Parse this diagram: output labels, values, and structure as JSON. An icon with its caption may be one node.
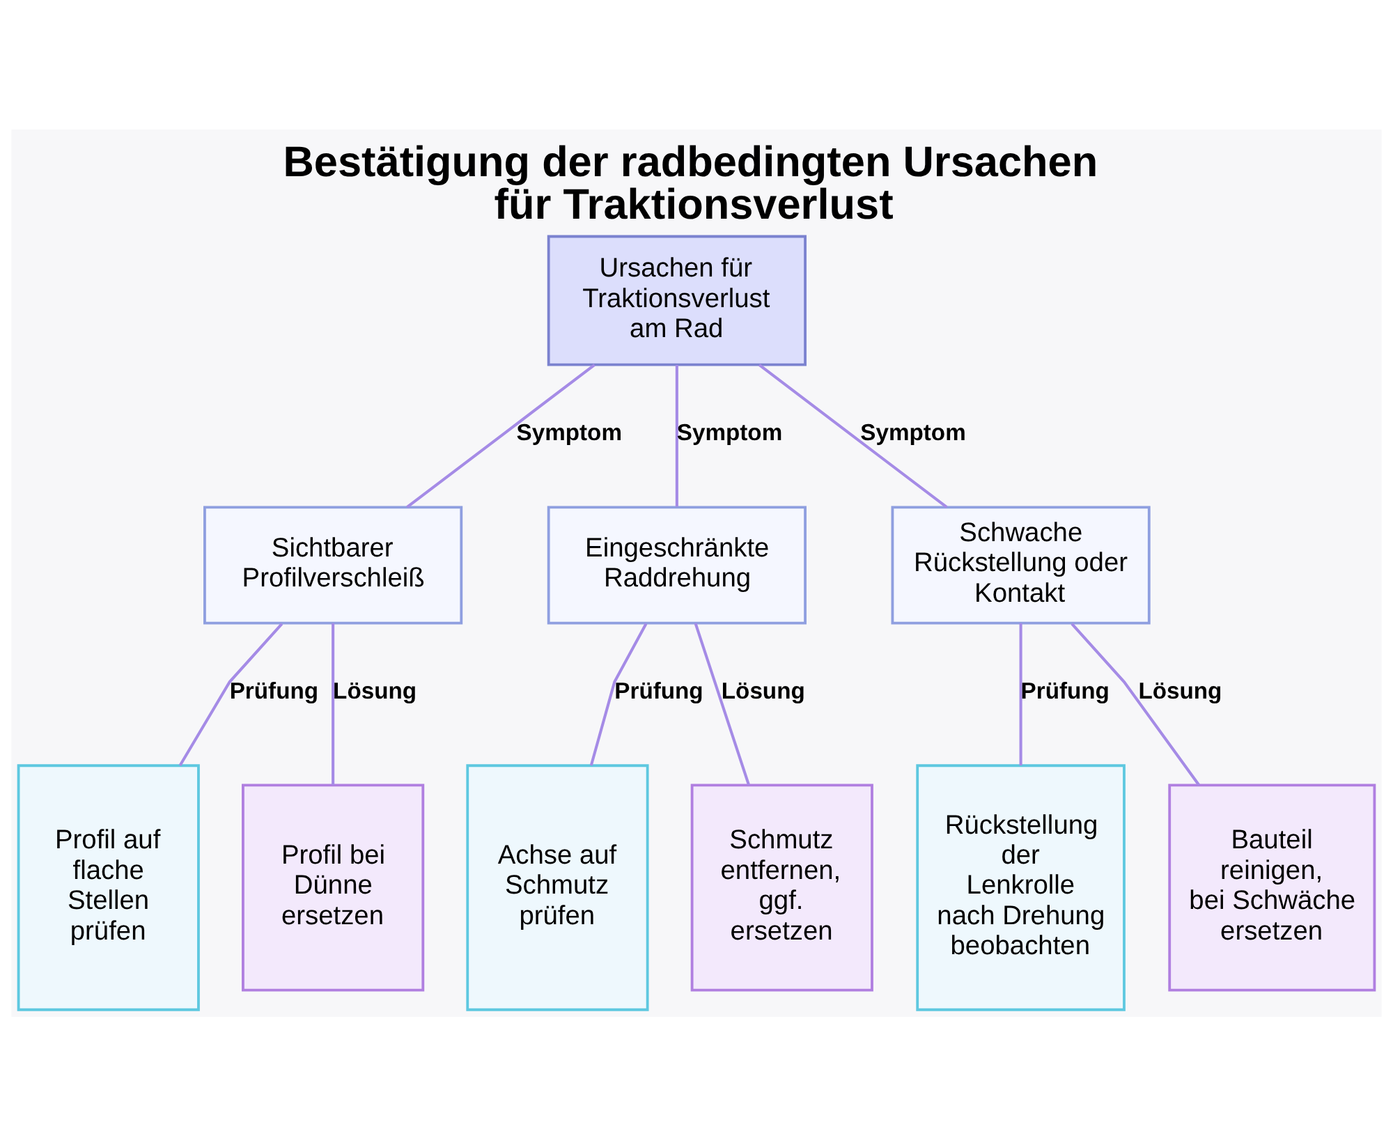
{
  "diagram": {
    "title": "Bestätigung der radbedingten Ursachen für Traktionsverlust",
    "nodes": [
      {
        "text": [
          "Ursachen für Traktionsverlust am Rad"
        ]
      },
      {
        "text": [
          "Sichtbarer Profilverschleiß"
        ]
      },
      {
        "text": [
          "Eingeschränkte Raddrehung"
        ]
      },
      {
        "text": [
          "Schwache Rückstellung oder Kontakt"
        ]
      },
      {
        "text": [
          "Profil auf flache Stellen prüfen"
        ]
      },
      {
        "text": [
          "Profil bei Dünne ersetzen"
        ]
      },
      {
        "text": [
          "Achse auf Schmutz prüfen"
        ]
      },
      {
        "text": [
          "Schmutz entfernen, ggf. ersetzen"
        ]
      },
      {
        "text": [
          "Rückstellung der Lenkrolle nach Drehung beobachten"
        ]
      },
      {
        "text": [
          "Bauteil reinigen, bei Schwäche ersetzen"
        ]
      }
    ],
    "edges": [
      {
        "from": 0,
        "to": 1,
        "arrow": "none",
        "label": "Symptom"
      },
      {
        "from": 0,
        "to": 2,
        "arrow": "none",
        "label": "Symptom"
      },
      {
        "from": 0,
        "to": 3,
        "arrow": "none",
        "label": "Symptom"
      },
      {
        "from": 1,
        "to": 4,
        "arrow": "none",
        "label": "Prüfung"
      },
      {
        "from": 1,
        "to": 5,
        "arrow": "none",
        "label": "Lösung"
      },
      {
        "from": 2,
        "to": 6,
        "arrow": "none",
        "label": "Prüfung"
      },
      {
        "from": 2,
        "to": 7,
        "arrow": "none",
        "label": "Lösung"
      },
      {
        "from": 3,
        "to": 8,
        "arrow": "none",
        "label": "Prüfung"
      },
      {
        "from": 3,
        "to": 9,
        "arrow": "none",
        "label": "Lösung"
      }
    ]
  }
}
